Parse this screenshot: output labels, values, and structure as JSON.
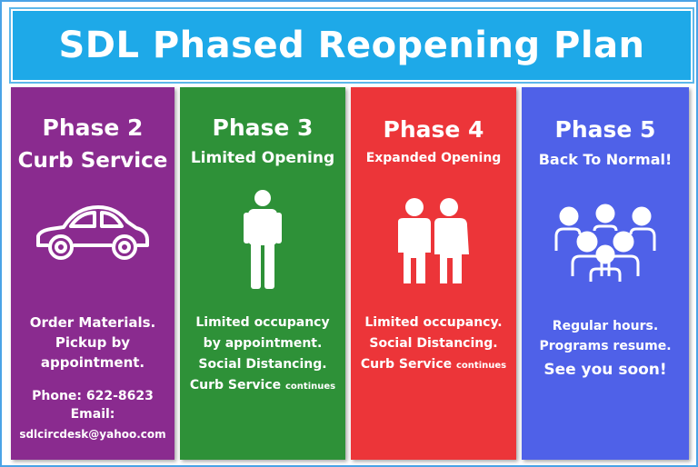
{
  "title": "SDL Phased Reopening Plan",
  "colors": {
    "title_bar": "#1ea9e8",
    "phase2": "#8a2b8f",
    "phase3": "#2e9138",
    "phase4": "#ec3539",
    "phase5": "#4f61e8"
  },
  "phases": [
    {
      "name": "Phase 2",
      "subtitle": "Curb Service",
      "icon": "car-icon",
      "lines": [
        "Order Materials.",
        "Pickup by",
        "appointment."
      ],
      "contact": {
        "phone": "Phone: 622-8623",
        "email_label": "Email:",
        "email": "sdlcircdesk@yahoo.com"
      }
    },
    {
      "name": "Phase 3",
      "subtitle": "Limited Opening",
      "icon": "person-icon",
      "lines": [
        "Limited occupancy",
        "by appointment.",
        "Social Distancing.",
        "Curb Service"
      ],
      "suffix": "continues"
    },
    {
      "name": "Phase 4",
      "subtitle": "Expanded Opening",
      "icon": "two-people-icon",
      "lines": [
        "Limited occupancy.",
        "Social Distancing.",
        "Curb Service"
      ],
      "suffix": "continues"
    },
    {
      "name": "Phase 5",
      "subtitle": "Back To Normal!",
      "icon": "group-icon",
      "lines": [
        "Regular  hours.",
        "Programs resume.",
        "See you soon!"
      ]
    }
  ]
}
